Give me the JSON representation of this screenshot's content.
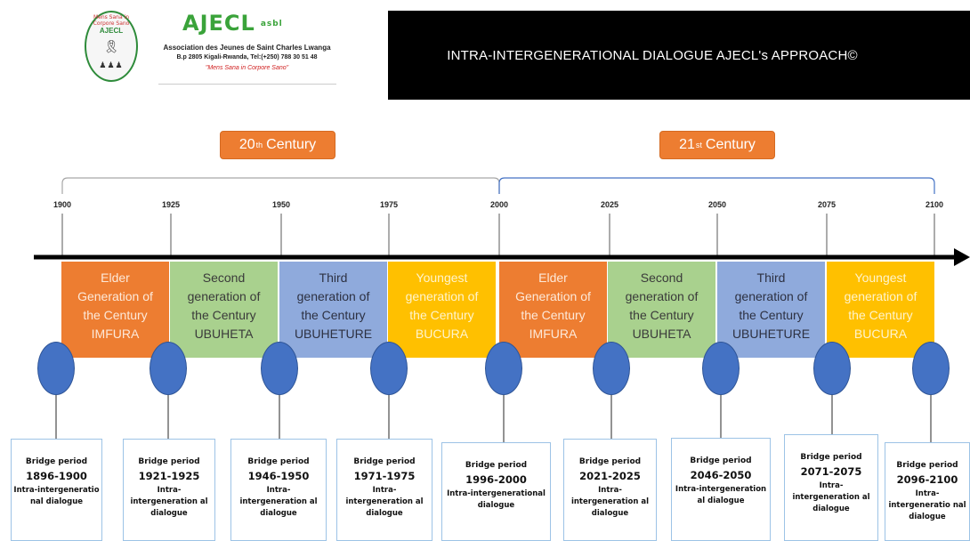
{
  "header": {
    "logo": {
      "emblem_ring_text": "Mens Sana in Corpore Sano",
      "emblem_text": "AJECL",
      "name": "AJECL",
      "suffix": "asbl",
      "line1": "Association des Jeunes de Saint Charles Lwanga",
      "line2": "B.p 2805 Kigali-Rwanda, Tel:(+250) 788 30 51 48",
      "motto": "\"Mens Sana in Corpore Sano\""
    },
    "title": "INTRA-INTERGENERATIONAL DIALOGUE AJECL's APPROACH©"
  },
  "centuries": [
    {
      "ordinal": "20",
      "suffix": "th",
      "label": "Century"
    },
    {
      "ordinal": "21",
      "suffix": "st",
      "label": "Century"
    }
  ],
  "years": [
    "1900",
    "1925",
    "1950",
    "1975",
    "2000",
    "2025",
    "2050",
    "2075",
    "2100"
  ],
  "generations": [
    {
      "lines": [
        "Elder",
        "Generation of",
        "the Century",
        "IMFURA"
      ],
      "color": "orange"
    },
    {
      "lines": [
        "Second",
        "generation of",
        "the Century",
        "UBUHETA"
      ],
      "color": "green"
    },
    {
      "lines": [
        "Third",
        "generation of",
        "the Century",
        "UBUHETURE"
      ],
      "color": "blue"
    },
    {
      "lines": [
        "Youngest",
        "generation of",
        "the Century",
        "BUCURA"
      ],
      "color": "yellow"
    },
    {
      "lines": [
        "Elder",
        "Generation of",
        "the Century",
        "IMFURA"
      ],
      "color": "orange"
    },
    {
      "lines": [
        "Second",
        "generation of",
        "the Century",
        "UBUHETA"
      ],
      "color": "green"
    },
    {
      "lines": [
        "Third",
        "generation of",
        "the Century",
        "UBUHETURE"
      ],
      "color": "blue"
    },
    {
      "lines": [
        "Youngest",
        "generation of",
        "the Century",
        "BUCURA"
      ],
      "color": "yellow"
    }
  ],
  "bridges": [
    {
      "title": "Bridge period",
      "range": "1896-1900",
      "desc": "Intra-intergeneratio nal dialogue"
    },
    {
      "title": "Bridge period",
      "range": "1921-1925",
      "desc": "Intra-intergeneration al dialogue"
    },
    {
      "title": "Bridge period",
      "range": "1946-1950",
      "desc": "Intra-intergeneration al dialogue"
    },
    {
      "title": "Bridge period",
      "range": "1971-1975",
      "desc": "Intra-intergeneration al dialogue"
    },
    {
      "title": "Bridge period",
      "range": "1996-2000",
      "desc": "Intra-intergenerational dialogue"
    },
    {
      "title": "Bridge period",
      "range": "2021-2025",
      "desc": "Intra-intergeneration al dialogue"
    },
    {
      "title": "Bridge period",
      "range": "2046-2050",
      "desc": "Intra-intergeneration al dialogue"
    },
    {
      "title": "Bridge period",
      "range": "2071-2075",
      "desc": "Intra-intergeneration al dialogue"
    },
    {
      "title": "Bridge period",
      "range": "2096-2100",
      "desc": "Intra-intergeneratio nal dialogue"
    }
  ],
  "colors": {
    "orange": "#ed7d31",
    "green": "#a9d18e",
    "blue": "#8faadc",
    "yellow": "#ffc000",
    "dot": "#4472c4",
    "axis": "#000000",
    "bracket_20th": "#a6a6a6",
    "bracket_21st": "#4472c4"
  }
}
